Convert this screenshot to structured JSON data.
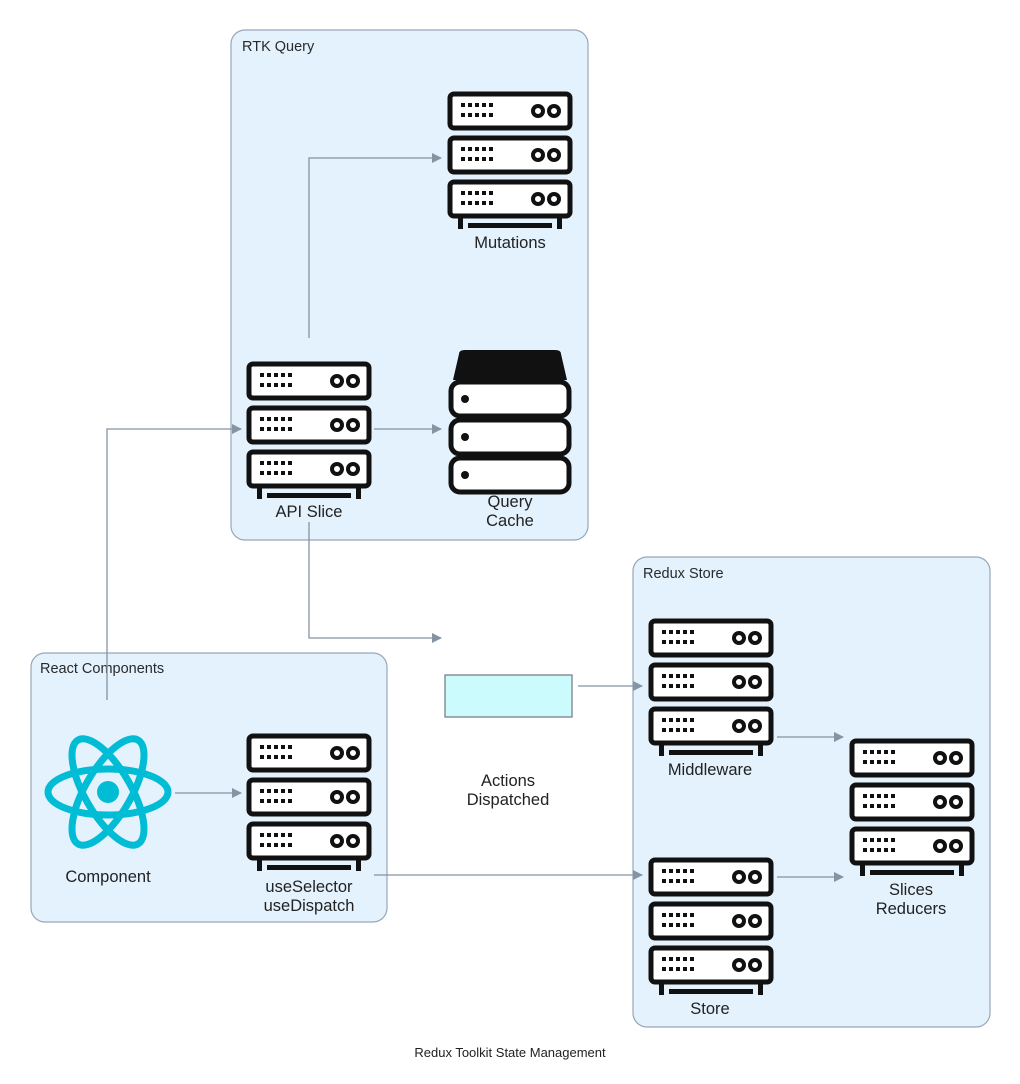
{
  "caption": "Redux Toolkit State Management",
  "clusters": {
    "rtk_query": {
      "title": "RTK Query"
    },
    "redux_store": {
      "title": "Redux Store"
    },
    "react_components": {
      "title": "React Components"
    }
  },
  "nodes": {
    "mutations": {
      "label": "Mutations",
      "icon": "server-rack-icon"
    },
    "api_slice": {
      "label": "API Slice",
      "icon": "server-rack-icon"
    },
    "query_cache": {
      "label_line1": "Query",
      "label_line2": "Cache",
      "icon": "storage-stack-icon"
    },
    "actions_dispatched": {
      "label_line1": "Actions",
      "label_line2": "Dispatched",
      "fill": "#ccfbfe"
    },
    "middleware": {
      "label": "Middleware",
      "icon": "server-rack-icon"
    },
    "store": {
      "label": "Store",
      "icon": "server-rack-icon"
    },
    "slices_reducers": {
      "label_line1": "Slices",
      "label_line2": "Reducers",
      "icon": "server-rack-icon"
    },
    "component": {
      "label": "Component",
      "icon": "react-atom-icon",
      "color": "#00bcd4"
    },
    "hooks": {
      "label_line1": "useSelector",
      "label_line2": "useDispatch",
      "icon": "server-rack-icon"
    }
  },
  "colors": {
    "cluster_fill": "#e3f2fc",
    "cluster_border": "#98a6b8",
    "edge": "#8593a3",
    "react": "#00bcd4"
  }
}
